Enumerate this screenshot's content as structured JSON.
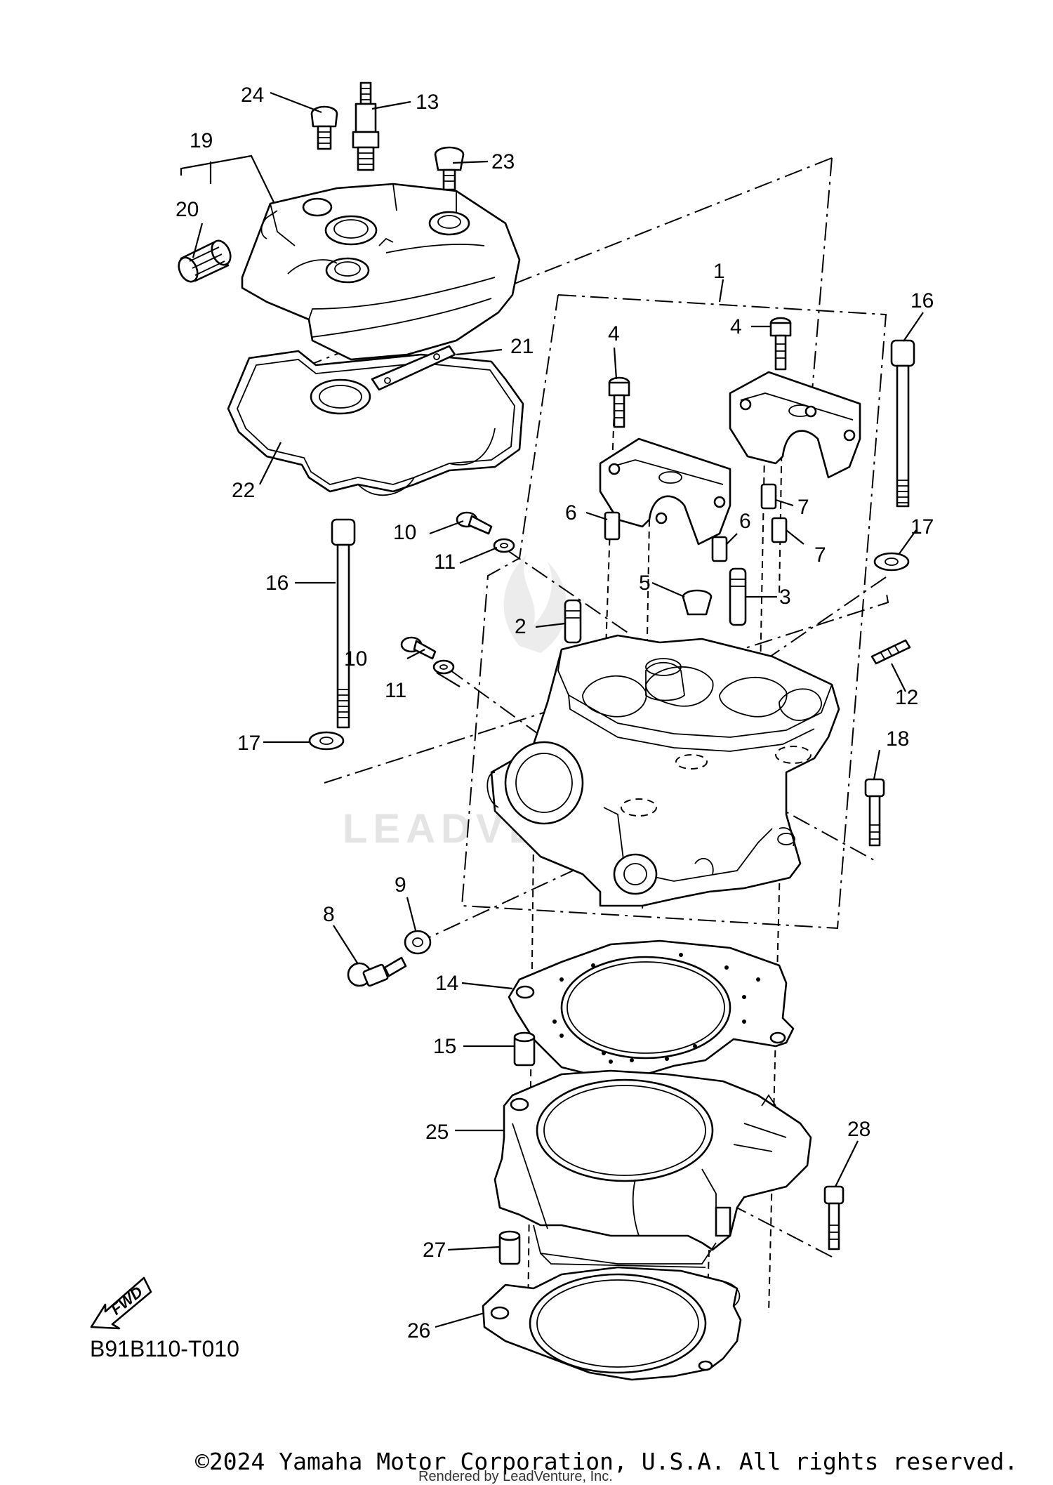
{
  "diagram_code": "B91B110-T010",
  "fwd_text": "FWD",
  "watermark": "LEADVENTURE",
  "copyright": "©2024 Yamaha Motor Corporation, U.S.A. All rights reserved.",
  "rendered_by": "Rendered by LeadVenture, Inc.",
  "callouts": [
    "1",
    "2",
    "3",
    "4",
    "4",
    "5",
    "6",
    "6",
    "7",
    "7",
    "8",
    "9",
    "10",
    "10",
    "11",
    "11",
    "12",
    "13",
    "14",
    "15",
    "16",
    "16",
    "17",
    "17",
    "18",
    "19",
    "20",
    "21",
    "22",
    "23",
    "24",
    "25",
    "26",
    "27",
    "28"
  ]
}
